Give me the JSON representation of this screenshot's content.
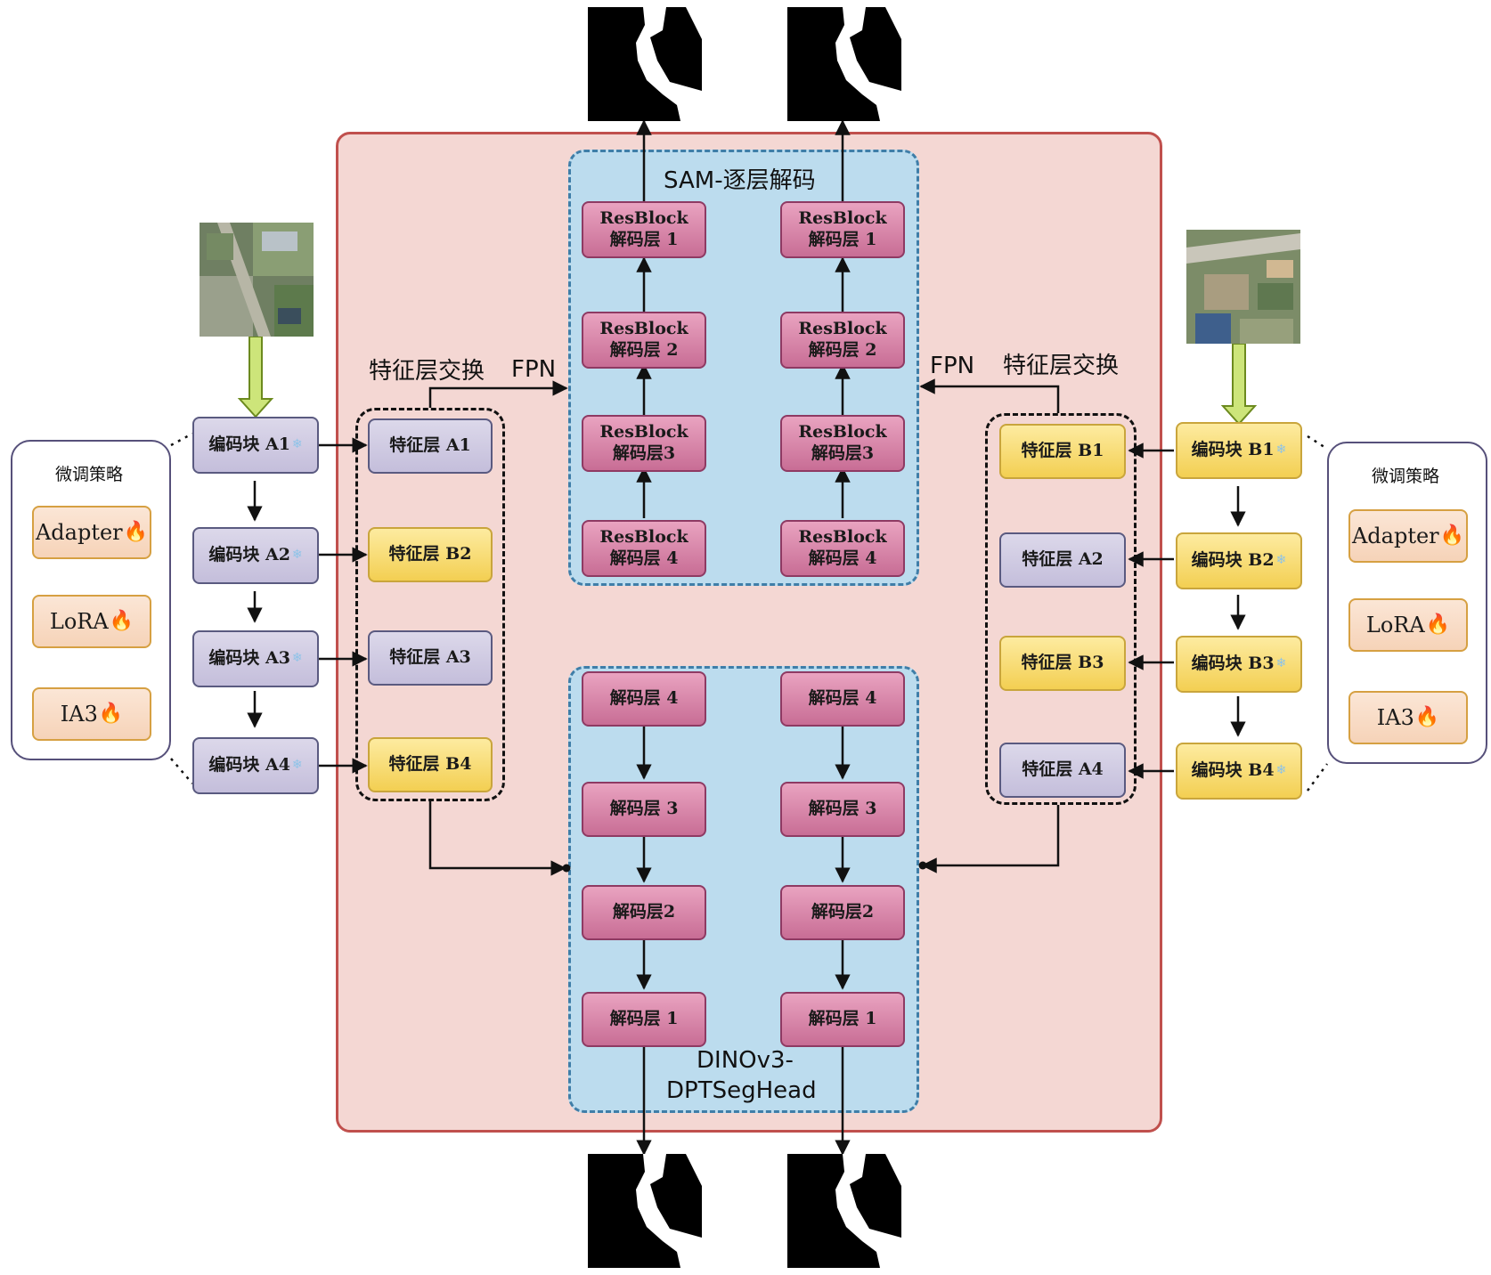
{
  "sam_title": "SAM-逐层解码",
  "dino_title_line1": "DINOv3-",
  "dino_title_line2": "DPTSegHead",
  "left": {
    "exchange_label": "特征层交换",
    "fpn_label": "FPN",
    "encoders": [
      "编码块 A1",
      "编码块 A2",
      "编码块 A3",
      "编码块 A4"
    ],
    "features": [
      "特征层 A1",
      "特征层 B2",
      "特征层 A3",
      "特征层 B4"
    ],
    "strategy": {
      "title": "微调策略",
      "items": [
        "Adapter",
        "LoRA",
        "IA3"
      ]
    }
  },
  "right": {
    "exchange_label": "特征层交换",
    "fpn_label": "FPN",
    "encoders": [
      "编码块 B1",
      "编码块 B2",
      "编码块 B3",
      "编码块 B4"
    ],
    "features": [
      "特征层 B1",
      "特征层 A2",
      "特征层 B3",
      "特征层 A4"
    ],
    "strategy": {
      "title": "微调策略",
      "items": [
        "Adapter",
        "LoRA",
        "IA3"
      ]
    }
  },
  "sam_decoders": {
    "line1": [
      "ResBlock",
      "ResBlock",
      "ResBlock",
      "ResBlock"
    ],
    "line2": [
      "解码层 1",
      "解码层 2",
      "解码层3",
      "解码层 4"
    ]
  },
  "dino_decoders": [
    "解码层 4",
    "解码层 3",
    "解码层2",
    "解码层 1"
  ],
  "icons": {
    "frozen": "snowflake-icon",
    "trainable": "fire-icon"
  },
  "colors": {
    "main_panel": "#f4d7d3",
    "decoder_panel": "#bcdcee",
    "encoder_a": "#c4bedb",
    "encoder_b": "#f3cf52",
    "decoder_block": "#c86d95",
    "input_arrow": "#cde57a"
  }
}
